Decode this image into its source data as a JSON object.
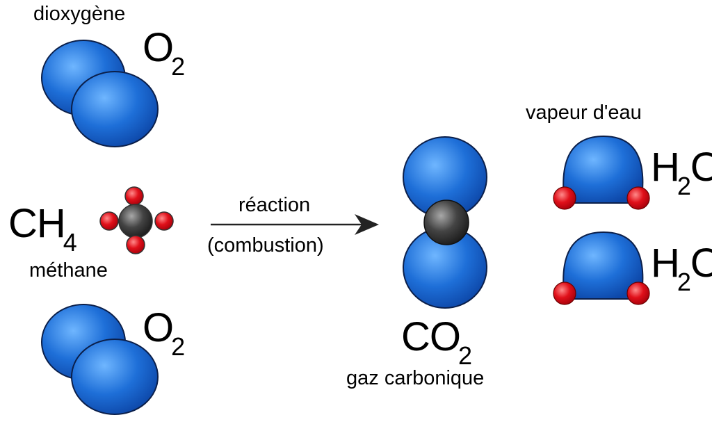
{
  "reactants": {
    "oxygen_top": {
      "name": "dioxygène",
      "formula": "O",
      "subscript": "2"
    },
    "methane": {
      "name": "méthane",
      "formula": "CH",
      "subscript": "4"
    },
    "oxygen_bottom": {
      "formula": "O",
      "subscript": "2"
    }
  },
  "arrow": {
    "label_top": "réaction",
    "label_bottom": "(combustion)"
  },
  "products": {
    "carbon_dioxide": {
      "name": "gaz carbonique",
      "formula": "CO",
      "subscript": "2"
    },
    "water_vapor": {
      "name": "vapeur d'eau",
      "formula": "H",
      "subscript": "2",
      "formula_tail": "O"
    }
  },
  "colors": {
    "oxygen_atom": "#1e6fd8",
    "hydrogen_atom": "#e0101a",
    "carbon_atom": "#3a3a3a",
    "outline": "#0b1f4a"
  }
}
